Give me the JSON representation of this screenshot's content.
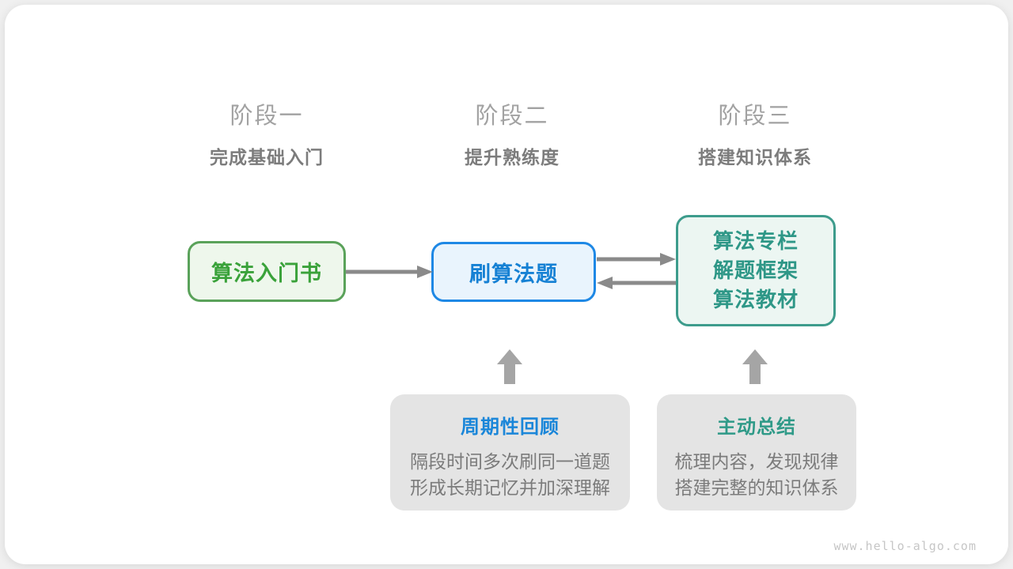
{
  "stages": [
    {
      "title": "阶段一",
      "subtitle": "完成基础入门"
    },
    {
      "title": "阶段二",
      "subtitle": "提升熟练度"
    },
    {
      "title": "阶段三",
      "subtitle": "搭建知识体系"
    }
  ],
  "flow": {
    "intro_book": "算法入门书",
    "practice": "刷算法题",
    "resources": [
      "算法专栏",
      "解题框架",
      "算法教材"
    ]
  },
  "notes": [
    {
      "title": "周期性回顾",
      "lines": [
        "隔段时间多次刷同一道题",
        "形成长期记忆并加深理解"
      ]
    },
    {
      "title": "主动总结",
      "lines": [
        "梳理内容，发现规律",
        "搭建完整的知识体系"
      ]
    }
  ],
  "watermark": "www.hello-algo.com",
  "colors": {
    "green_border": "#5aa25a",
    "green_bg": "#eef7ec",
    "green_text": "#3aa23a",
    "blue_border": "#1e88e5",
    "blue_bg": "#e9f4fd",
    "blue_text": "#1681d4",
    "teal_border": "#3d9c8c",
    "teal_bg": "#ecf6f2",
    "teal_text": "#2e9787",
    "note_bg": "#e4e4e4",
    "note_title_blue": "#1a86d9",
    "note_title_teal": "#2f9a88",
    "note_body_text": "#7b7b7b",
    "flow_arrow": "#8a8a8a",
    "up_arrow": "#a5a5a5",
    "stage_title": "#a2a2a2",
    "stage_subtitle": "#7c7c7c",
    "watermark": "#c6c6c6"
  }
}
